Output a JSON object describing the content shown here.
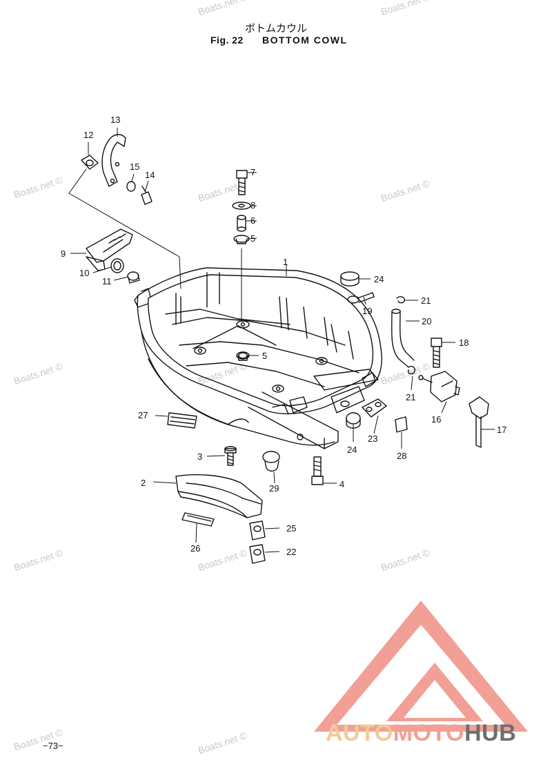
{
  "header": {
    "title_jp": "ボトムカウル",
    "fig_number": "Fig. 22",
    "fig_name": "BOTTOM COWL"
  },
  "callouts": [
    {
      "label": "1"
    },
    {
      "label": "2"
    },
    {
      "label": "3"
    },
    {
      "label": "4"
    },
    {
      "label": "5"
    },
    {
      "label": "5"
    },
    {
      "label": "6"
    },
    {
      "label": "7"
    },
    {
      "label": "8"
    },
    {
      "label": "9"
    },
    {
      "label": "10"
    },
    {
      "label": "11"
    },
    {
      "label": "12"
    },
    {
      "label": "13"
    },
    {
      "label": "14"
    },
    {
      "label": "15"
    },
    {
      "label": "16"
    },
    {
      "label": "17"
    },
    {
      "label": "18"
    },
    {
      "label": "19"
    },
    {
      "label": "20"
    },
    {
      "label": "21"
    },
    {
      "label": "21"
    },
    {
      "label": "22"
    },
    {
      "label": "23"
    },
    {
      "label": "24"
    },
    {
      "label": "24"
    },
    {
      "label": "25"
    },
    {
      "label": "26"
    },
    {
      "label": "27"
    },
    {
      "label": "28"
    },
    {
      "label": "29"
    }
  ],
  "watermark": "Boats.net ©",
  "footer": {
    "page_number": "−73−",
    "logo_part1": "AUTO",
    "logo_part2": "MOTO",
    "logo_part3": "HUB"
  },
  "colors": {
    "line": "#111111",
    "watermark": "#c8c8c8",
    "logo_orange": "#f5c99a",
    "logo_red": "#f2a096",
    "logo_gray": "#6e6e6e"
  }
}
